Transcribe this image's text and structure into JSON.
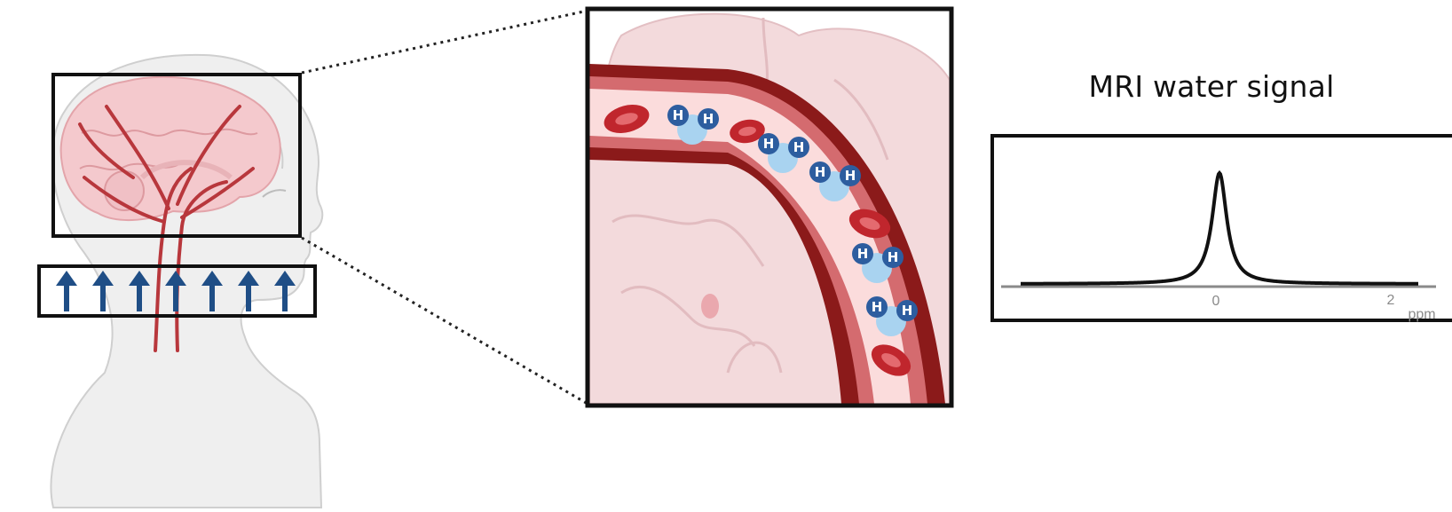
{
  "signal_panel": {
    "title": "MRI water signal",
    "axis": {
      "ticks": [
        "0",
        "2"
      ],
      "unit": "ppm"
    }
  },
  "vessel_panel": {
    "proton_symbol": "H"
  },
  "labeling_band": {
    "arrow_count": 7,
    "arrow_direction": "up"
  },
  "colors": {
    "vessel_dark": "#8b1a1a",
    "vessel_light": "#fbdcdc",
    "blood_cell": "#c0262d",
    "proton_dark": "#2d5d9f",
    "proton_light": "#a9d3f0",
    "arrow": "#1f4e86",
    "brain": "#f1cfd2"
  }
}
